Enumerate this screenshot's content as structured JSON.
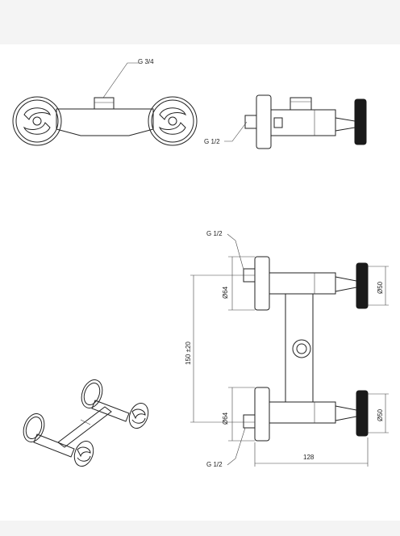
{
  "labels": {
    "top_inlet": "G 3/4",
    "side_thread": "G 1/2",
    "front_thread_top": "G 1/2",
    "front_thread_bottom": "G 1/2",
    "dia_left_top": "Ø64",
    "dia_left_bottom": "Ø64",
    "dia_right_top": "Ø50",
    "dia_right_bottom": "Ø50",
    "center_distance": "150 ±20",
    "depth": "128"
  },
  "colors": {
    "line": "#222222",
    "handle": "#1a1a1a",
    "page": "#ffffff",
    "frame": "#f4f4f4"
  }
}
